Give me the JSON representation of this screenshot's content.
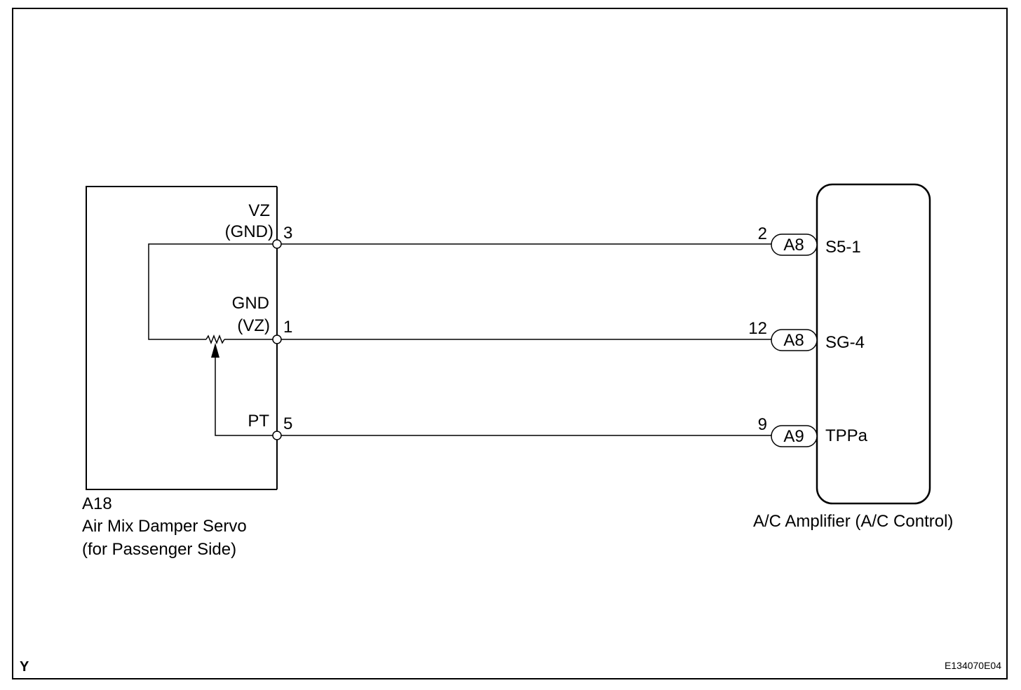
{
  "corner_left": "Y",
  "figure_id": "E134070E04",
  "servo": {
    "code": "A18",
    "name_line1": "Air Mix Damper Servo",
    "name_line2": "(for Passenger Side)",
    "pins": [
      {
        "label_line1": "VZ",
        "label_line2": "(GND)",
        "pin": "3"
      },
      {
        "label_line1": "GND",
        "label_line2": "(VZ)",
        "pin": "1"
      },
      {
        "label_line1": "PT",
        "label_line2": "",
        "pin": "5"
      }
    ]
  },
  "amplifier": {
    "name": "A/C Amplifier (A/C Control)",
    "terminals": [
      {
        "pin": "2",
        "connector": "A8",
        "signal": "S5-1"
      },
      {
        "pin": "12",
        "connector": "A8",
        "signal": "SG-4"
      },
      {
        "pin": "9",
        "connector": "A9",
        "signal": "TPPa"
      }
    ]
  }
}
